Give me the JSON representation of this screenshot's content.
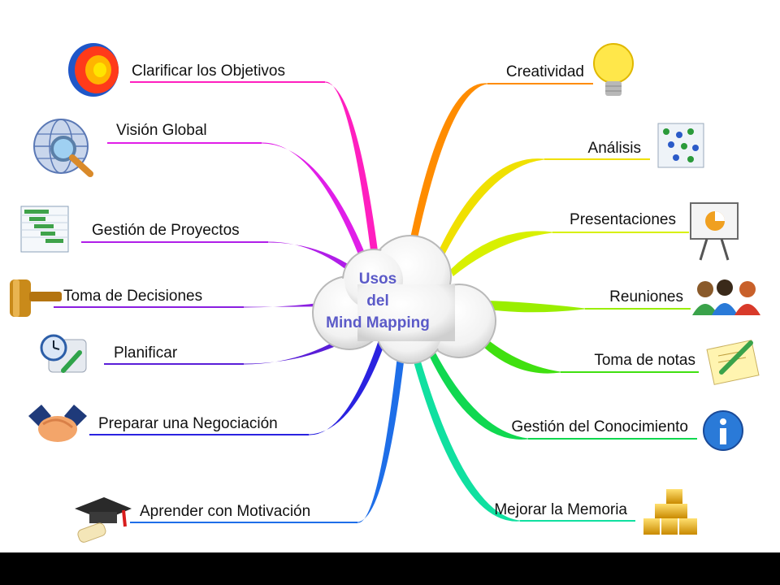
{
  "center": {
    "line1": "Usos",
    "line2": "del",
    "line3": "Mind Mapping"
  },
  "left_branches": [
    {
      "label": "Clarificar los Objetivos",
      "icon": "target-icon",
      "color": "#ff1fbf"
    },
    {
      "label": "Visión Global",
      "icon": "globe-magnifier-icon",
      "color": "#e01ee8"
    },
    {
      "label": "Gestión de Proyectos",
      "icon": "gantt-chart-icon",
      "color": "#b01ee8"
    },
    {
      "label": "Toma de Decisiones",
      "icon": "gavel-icon",
      "color": "#8a1ee0"
    },
    {
      "label": "Planificar",
      "icon": "clock-calendar-icon",
      "color": "#5a1ed8"
    },
    {
      "label": "Preparar una Negociación",
      "icon": "handshake-icon",
      "color": "#2a22e0"
    },
    {
      "label": "Aprender con Motivación",
      "icon": "graduation-cap-icon",
      "color": "#1e6ee8"
    }
  ],
  "right_branches": [
    {
      "label": "Creatividad",
      "icon": "lightbulb-icon",
      "color": "#ff8c00"
    },
    {
      "label": "Análisis",
      "icon": "scatter-grid-icon",
      "color": "#f0e000"
    },
    {
      "label": "Presentaciones",
      "icon": "presentation-board-icon",
      "color": "#d8f000"
    },
    {
      "label": "Reuniones",
      "icon": "people-group-icon",
      "color": "#9aee00"
    },
    {
      "label": "Toma de notas",
      "icon": "notepad-pencil-icon",
      "color": "#40e010"
    },
    {
      "label": "Gestión del Conocimiento",
      "icon": "info-icon",
      "color": "#10d850"
    },
    {
      "label": "Mejorar la Memoria",
      "icon": "gold-blocks-icon",
      "color": "#10e0a0"
    }
  ]
}
